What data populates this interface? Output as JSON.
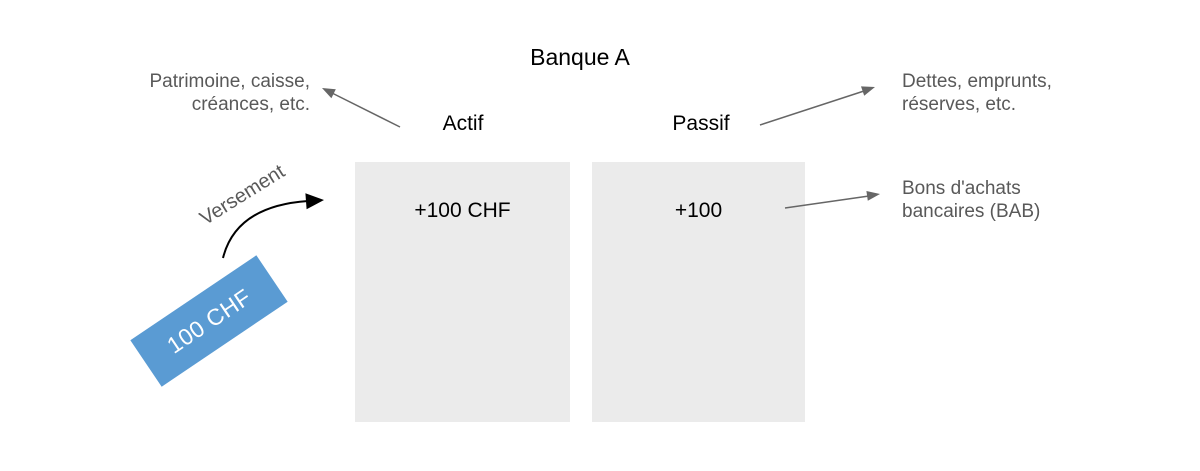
{
  "title": "Banque A",
  "columns": {
    "left_label": "Actif",
    "right_label": "Passif",
    "left_value": "+100 CHF",
    "right_value": "+100"
  },
  "annotations": {
    "left": {
      "lines": [
        "Patrimoine, caisse,",
        "créances, etc."
      ]
    },
    "right_top": {
      "lines": [
        "Dettes, emprunts,",
        "réserves, etc."
      ]
    },
    "right_bottom": {
      "lines": [
        "Bons d'achats",
        "bancaires (BAB)"
      ]
    }
  },
  "flow": {
    "arrow_label": "Versement",
    "banner_label": "100 CHF"
  },
  "colors": {
    "banner_blue": "#5a9bd3",
    "box_gray": "#ebebeb",
    "annotation_gray": "#595959",
    "arrow_gray": "#666666",
    "text_black": "#000000"
  }
}
